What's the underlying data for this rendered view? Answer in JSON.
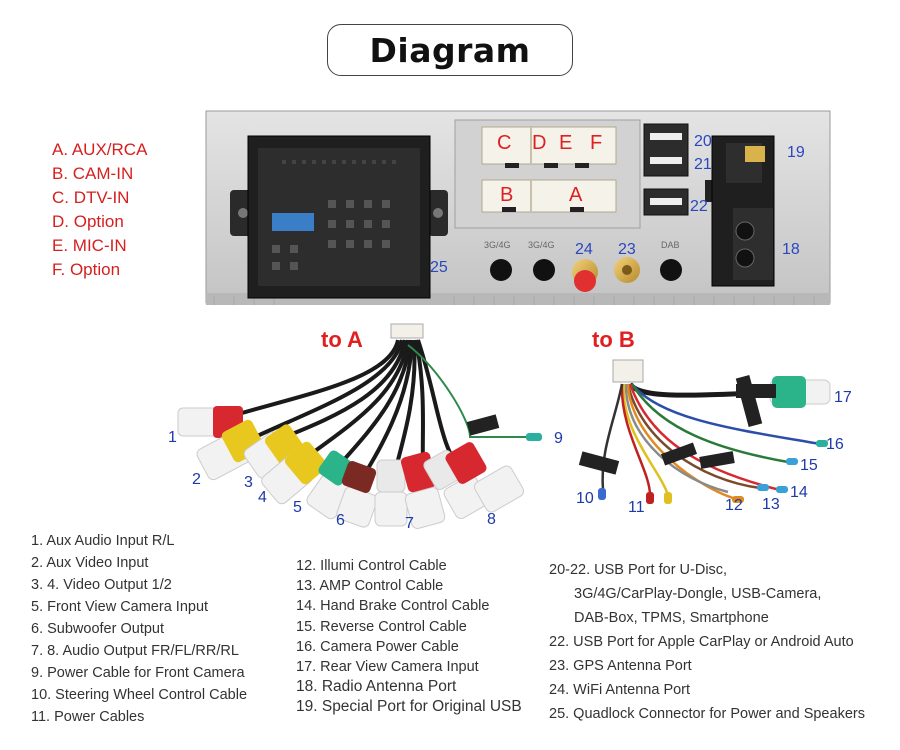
{
  "title": "Diagram",
  "port_legend": [
    "A. AUX/RCA",
    "B. CAM-IN",
    "C. DTV-IN",
    "D. Option",
    "E. MIC-IN",
    "F. Option"
  ],
  "connector_letters": {
    "c": "C",
    "d": "D",
    "e": "E",
    "f": "F",
    "b": "B",
    "a": "A"
  },
  "unit_small_labels": [
    "3G/4G",
    "3G/4G",
    "DAB"
  ],
  "unit_numbers": {
    "n20": "20",
    "n21": "21",
    "n22": "22",
    "n19": "19",
    "n18": "18",
    "n24": "24",
    "n23": "23",
    "n25": "25"
  },
  "cable_labels": {
    "to_a": "to A",
    "to_b": "to B"
  },
  "cable_numbers": {
    "n1": "1",
    "n2": "2",
    "n3": "3",
    "n4": "4",
    "n5": "5",
    "n6": "6",
    "n7": "7",
    "n8": "8",
    "n9": "9",
    "n10": "10",
    "n11": "11",
    "n12": "12",
    "n13": "13",
    "n14": "14",
    "n15": "15",
    "n16": "16",
    "n17": "17"
  },
  "list_col1": [
    "1. Aux Audio Input R/L",
    "2. Aux Video Input",
    "3. 4. Video Output 1/2",
    "5. Front View Camera Input",
    "6. Subwoofer Output",
    "7. 8. Audio Output FR/FL/RR/RL",
    "9. Power Cable for Front Camera",
    "10. Steering Wheel Control Cable",
    "11. Power Cables"
  ],
  "list_col2": [
    "12. Illumi Control Cable",
    "13. AMP Control Cable",
    "14. Hand Brake Control Cable",
    "15. Reverse Control Cable",
    "16. Camera Power Cable",
    "17. Rear View Camera Input",
    "18. Radio Antenna Port",
    "19. Special Port for Original USB"
  ],
  "list_col3": [
    "20-22. USB Port for U-Disc,",
    "3G/4G/CarPlay-Dongle, USB-Camera,",
    "DAB-Box, TPMS, Smartphone",
    "22. USB Port  for Apple CarPlay or  Android Auto",
    "23. GPS Antenna Port",
    "24. WiFi Antenna Port",
    "25. Quadlock Connector for Power and Speakers"
  ]
}
